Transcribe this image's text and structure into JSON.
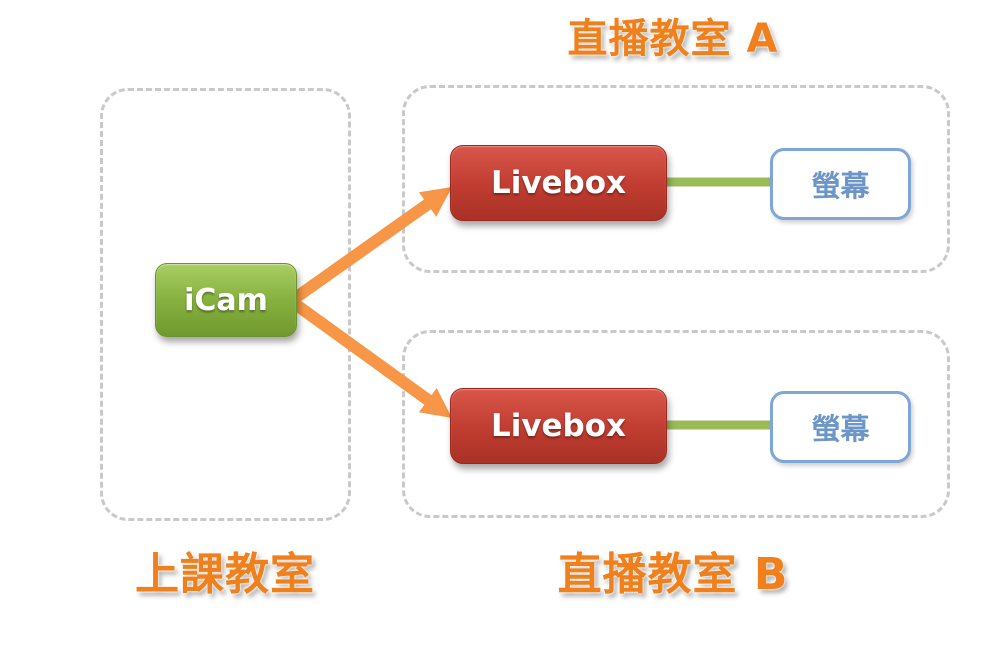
{
  "diagram": {
    "titles": {
      "broadcast_room_a": "直播教室 A",
      "broadcast_room_b": "直播教室 B",
      "source_room": "上課教室"
    },
    "nodes": {
      "icam": {
        "label": "iCam"
      },
      "livebox_a": {
        "label": "Livebox"
      },
      "livebox_b": {
        "label": "Livebox"
      },
      "screen_a": {
        "label": "螢幕"
      },
      "screen_b": {
        "label": "螢幕"
      }
    },
    "connections": [
      {
        "from": "icam",
        "to": "livebox_a",
        "style": "orange-arrow"
      },
      {
        "from": "icam",
        "to": "livebox_b",
        "style": "orange-arrow"
      },
      {
        "from": "livebox_a",
        "to": "screen_a",
        "style": "green-line"
      },
      {
        "from": "livebox_b",
        "to": "screen_b",
        "style": "green-line"
      }
    ],
    "colors": {
      "label_orange": "#F0801C",
      "arrow_orange": "#F79646",
      "icam_green": "#86B13F",
      "livebox_red": "#C03C30",
      "screen_border_blue": "#7EA6D8",
      "screen_text_blue": "#6C96C8",
      "connector_green": "#9BBB59",
      "room_border_gray": "#C9C9C9"
    }
  }
}
